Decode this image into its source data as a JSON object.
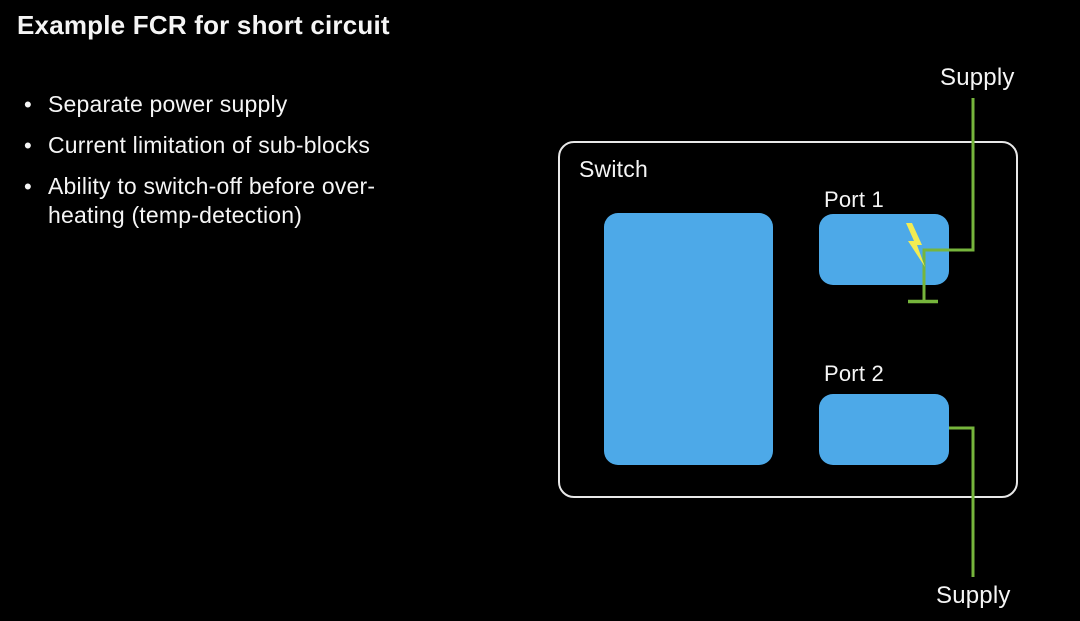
{
  "slide": {
    "title": "Example FCR for short circuit",
    "bullets": [
      "Separate power supply",
      "Current limitation of sub-blocks",
      "Ability to switch-off before over-\nheating (temp-detection)"
    ]
  },
  "diagram": {
    "switch_label": "Switch",
    "port1_label": "Port 1",
    "port2_label": "Port 2",
    "supply_top_label": "Supply",
    "supply_bottom_label": "Supply",
    "icons": {
      "short_circuit": "lightning-bolt-icon"
    },
    "colors": {
      "background": "#000000",
      "text": "#f5f5f5",
      "block_blue": "#4da9e8",
      "wire_green": "#76b53c",
      "bolt_yellow": "#f3ec52",
      "outline_white": "#e8e8e8"
    }
  }
}
